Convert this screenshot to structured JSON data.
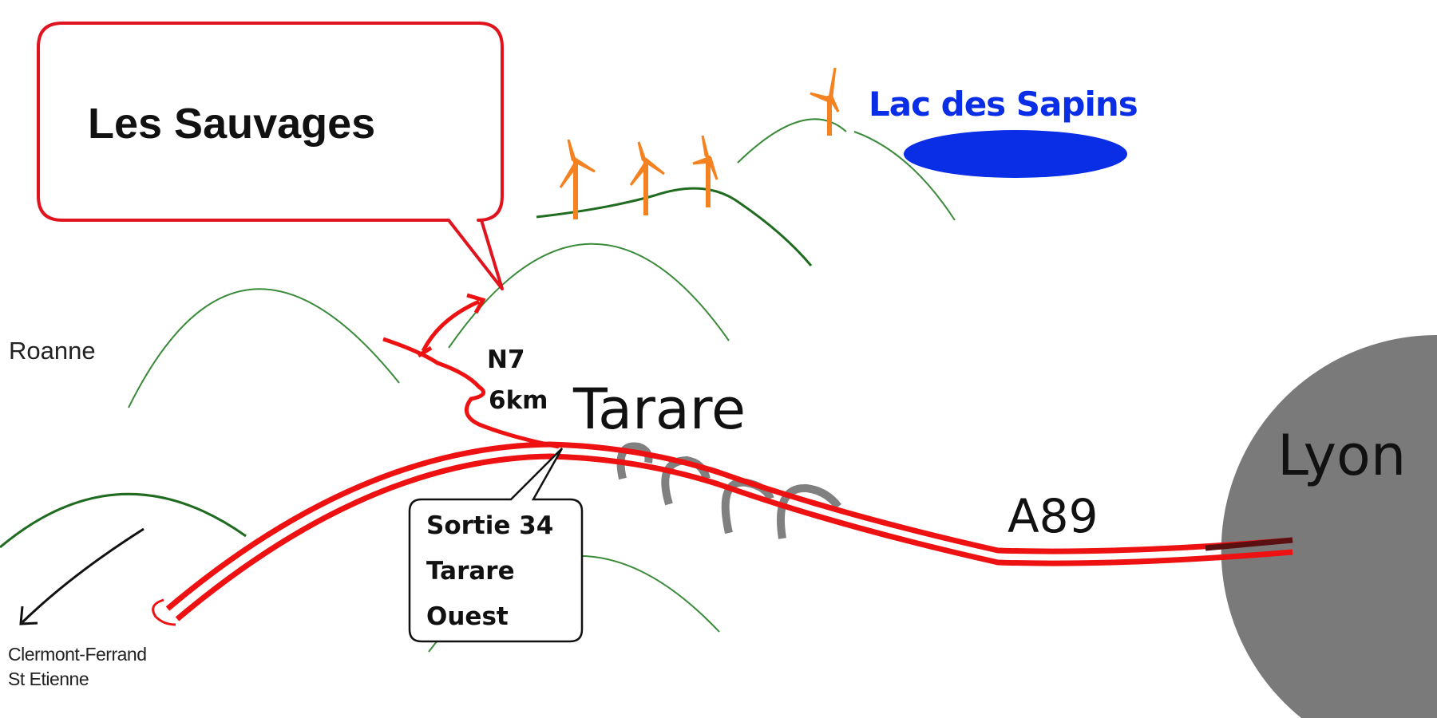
{
  "title": "Les Sauvages",
  "places": {
    "lake": "Lac des Sapins",
    "roanne": "Roanne",
    "tarare": "Tarare",
    "lyon": "Lyon",
    "clermont": "Clermont-Ferrand",
    "st_etienne": "St Etienne"
  },
  "roads": {
    "national": "N7",
    "distance": "6km",
    "motorway": "A89"
  },
  "exit_sign": {
    "line1": "Sortie 34",
    "line2": "Tarare",
    "line3": "Ouest"
  },
  "colors": {
    "road": "#ee1111",
    "lake": "#0a2ee6",
    "turbine": "#f58220",
    "hills": "#2e7d32",
    "city": "#7a7a7a"
  }
}
